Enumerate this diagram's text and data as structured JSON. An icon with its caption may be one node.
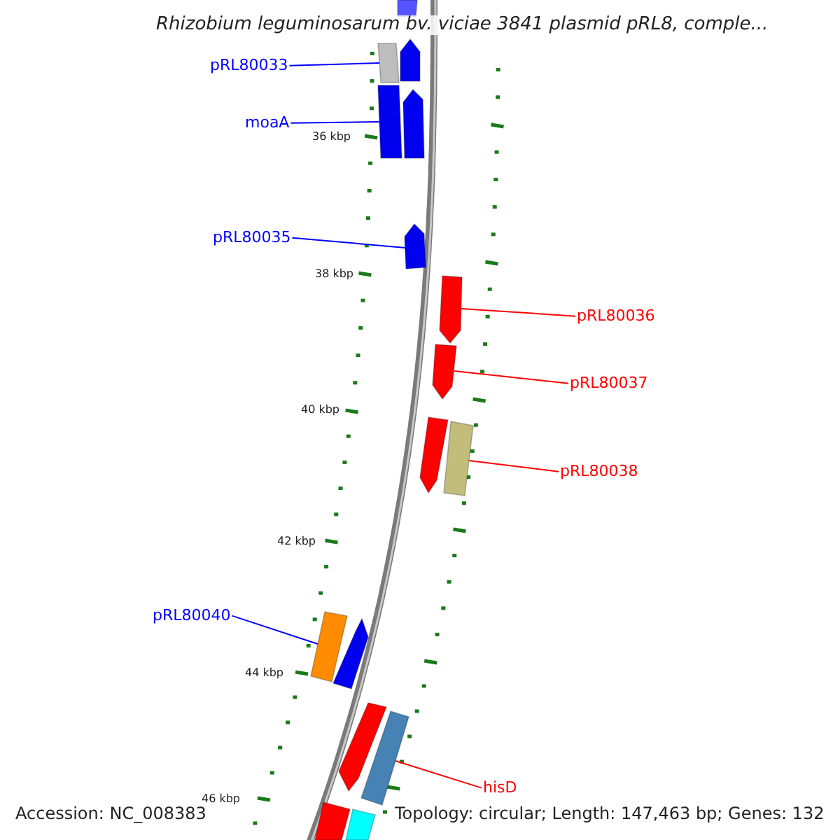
{
  "diagram": {
    "title": "Rhizobium leguminosarum bv. viciae 3841 plasmid pRL8, comple...",
    "nodes": [
      {
        "text": [
          "pRL80033"
        ]
      },
      {
        "text": [],
        "shape": "box"
      },
      {
        "text": [
          "moaA"
        ]
      },
      {
        "text": [],
        "shape": "box"
      },
      {
        "text": [
          "pRL80035"
        ]
      },
      {
        "text": [],
        "shape": "arrow"
      },
      {
        "text": [
          "pRL80036"
        ]
      },
      {
        "text": [],
        "shape": "arrow"
      },
      {
        "text": [
          "pRL80037"
        ]
      },
      {
        "text": [],
        "shape": "arrow"
      },
      {
        "text": [
          "pRL80038"
        ]
      },
      {
        "text": [],
        "shape": "box"
      },
      {
        "text": [
          "pRL80040"
        ]
      },
      {
        "text": [],
        "shape": "box"
      },
      {
        "text": [
          "hisD"
        ]
      },
      {
        "text": [],
        "shape": "box"
      },
      {
        "text": [],
        "shape": "box"
      },
      {
        "text": [],
        "shape": "arrow"
      },
      {
        "text": [],
        "shape": "arrow"
      },
      {
        "text": [],
        "shape": "arrow"
      },
      {
        "text": [],
        "shape": "arrow"
      },
      {
        "text": [],
        "shape": "arrow"
      },
      {
        "text": [],
        "shape": "box"
      },
      {
        "text": [],
        "shape": "box"
      }
    ],
    "edges": [
      {
        "from": 0,
        "to": 1,
        "arrow": "none"
      },
      {
        "from": 2,
        "to": 3,
        "arrow": "none"
      },
      {
        "from": 4,
        "to": 5,
        "arrow": "none"
      },
      {
        "from": 6,
        "to": 7,
        "arrow": "none",
        "color": "#ff0000"
      },
      {
        "from": 8,
        "to": 9,
        "arrow": "none",
        "color": "#ff0000"
      },
      {
        "from": 10,
        "to": 11,
        "arrow": "none",
        "color": "#ff0000"
      },
      {
        "from": 12,
        "to": 13,
        "arrow": "none"
      },
      {
        "from": 14,
        "to": 15,
        "arrow": "none",
        "color": "#ff0000"
      }
    ],
    "labels": [
      "36 kbp",
      "38 kbp",
      "40 kbp",
      "42 kbp",
      "44 kbp",
      "46 kbp",
      "Accession: NC_008383",
      "Topology: circular; Length: 147,463 bp; Genes: 132"
    ]
  }
}
